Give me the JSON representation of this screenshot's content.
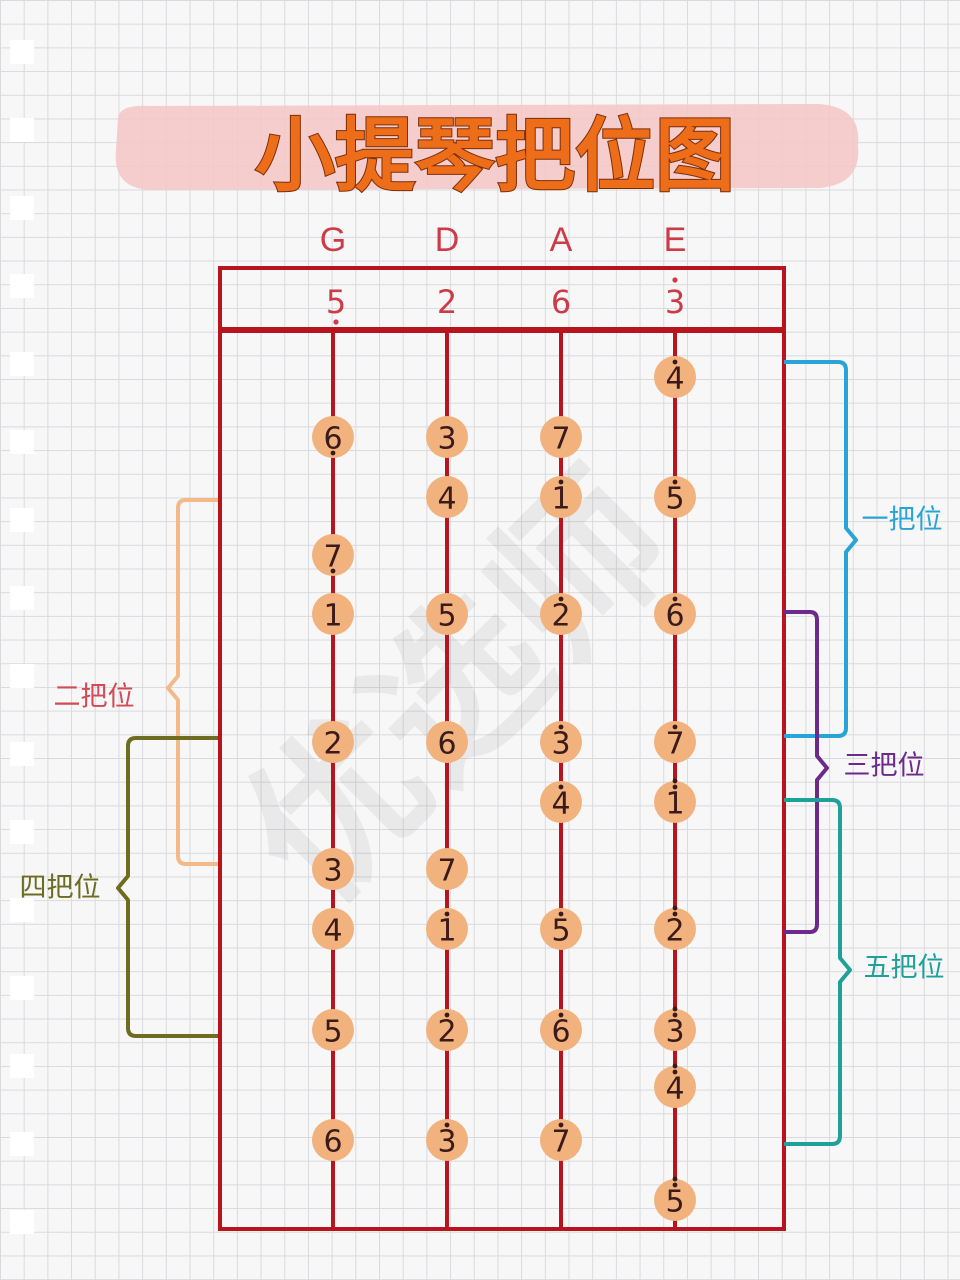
{
  "title": "小提琴把位图",
  "watermark": "优选师",
  "strings": [
    {
      "name": "G",
      "open": {
        "digit": "5",
        "dots_above": 0,
        "dots_below": 1
      }
    },
    {
      "name": "D",
      "open": {
        "digit": "2",
        "dots_above": 0,
        "dots_below": 0
      }
    },
    {
      "name": "A",
      "open": {
        "digit": "6",
        "dots_above": 0,
        "dots_below": 0
      }
    },
    {
      "name": "E",
      "open": {
        "digit": "3",
        "dots_above": 1,
        "dots_below": 0
      }
    }
  ],
  "notes": [
    {
      "string": 3,
      "row": 1,
      "digit": "4",
      "dots_above": 1,
      "dots_below": 0
    },
    {
      "string": 0,
      "row": 2,
      "digit": "6",
      "dots_above": 0,
      "dots_below": 1
    },
    {
      "string": 1,
      "row": 2,
      "digit": "3",
      "dots_above": 0,
      "dots_below": 0
    },
    {
      "string": 2,
      "row": 2,
      "digit": "7",
      "dots_above": 0,
      "dots_below": 0
    },
    {
      "string": 1,
      "row": 3,
      "digit": "4",
      "dots_above": 0,
      "dots_below": 0
    },
    {
      "string": 2,
      "row": 3,
      "digit": "1",
      "dots_above": 1,
      "dots_below": 0
    },
    {
      "string": 3,
      "row": 3,
      "digit": "5",
      "dots_above": 1,
      "dots_below": 0
    },
    {
      "string": 0,
      "row": 4,
      "digit": "7",
      "dots_above": 0,
      "dots_below": 1
    },
    {
      "string": 0,
      "row": 5,
      "digit": "1",
      "dots_above": 0,
      "dots_below": 0
    },
    {
      "string": 1,
      "row": 5,
      "digit": "5",
      "dots_above": 0,
      "dots_below": 0
    },
    {
      "string": 2,
      "row": 5,
      "digit": "2",
      "dots_above": 1,
      "dots_below": 0
    },
    {
      "string": 3,
      "row": 5,
      "digit": "6",
      "dots_above": 1,
      "dots_below": 0
    },
    {
      "string": 0,
      "row": 6,
      "digit": "2",
      "dots_above": 0,
      "dots_below": 0
    },
    {
      "string": 1,
      "row": 6,
      "digit": "6",
      "dots_above": 0,
      "dots_below": 0
    },
    {
      "string": 2,
      "row": 6,
      "digit": "3",
      "dots_above": 1,
      "dots_below": 0
    },
    {
      "string": 3,
      "row": 6,
      "digit": "7",
      "dots_above": 1,
      "dots_below": 0
    },
    {
      "string": 2,
      "row": 7,
      "digit": "4",
      "dots_above": 1,
      "dots_below": 0
    },
    {
      "string": 3,
      "row": 7,
      "digit": "1",
      "dots_above": 2,
      "dots_below": 0
    },
    {
      "string": 0,
      "row": 8,
      "digit": "3",
      "dots_above": 0,
      "dots_below": 0
    },
    {
      "string": 1,
      "row": 8,
      "digit": "7",
      "dots_above": 0,
      "dots_below": 0
    },
    {
      "string": 0,
      "row": 9,
      "digit": "4",
      "dots_above": 0,
      "dots_below": 0
    },
    {
      "string": 1,
      "row": 9,
      "digit": "1",
      "dots_above": 1,
      "dots_below": 0
    },
    {
      "string": 2,
      "row": 9,
      "digit": "5",
      "dots_above": 1,
      "dots_below": 0
    },
    {
      "string": 3,
      "row": 9,
      "digit": "2",
      "dots_above": 2,
      "dots_below": 0
    },
    {
      "string": 0,
      "row": 10,
      "digit": "5",
      "dots_above": 0,
      "dots_below": 0
    },
    {
      "string": 1,
      "row": 10,
      "digit": "2",
      "dots_above": 1,
      "dots_below": 0
    },
    {
      "string": 2,
      "row": 10,
      "digit": "6",
      "dots_above": 1,
      "dots_below": 0
    },
    {
      "string": 3,
      "row": 10,
      "digit": "3",
      "dots_above": 2,
      "dots_below": 0
    },
    {
      "string": 3,
      "row": 11,
      "digit": "4",
      "dots_above": 2,
      "dots_below": 0
    },
    {
      "string": 0,
      "row": 12,
      "digit": "6",
      "dots_above": 0,
      "dots_below": 0
    },
    {
      "string": 1,
      "row": 12,
      "digit": "3",
      "dots_above": 1,
      "dots_below": 0
    },
    {
      "string": 2,
      "row": 12,
      "digit": "7",
      "dots_above": 1,
      "dots_below": 0
    },
    {
      "string": 3,
      "row": 13,
      "digit": "5",
      "dots_above": 2,
      "dots_below": 0
    }
  ],
  "positions": [
    {
      "label": "一把位",
      "side": "right",
      "color": "#2aa3d6"
    },
    {
      "label": "二把位",
      "side": "left",
      "color": "#f3b988",
      "label_color": "#d24a55"
    },
    {
      "label": "三把位",
      "side": "right",
      "color": "#6b2a8c"
    },
    {
      "label": "四把位",
      "side": "left",
      "color": "#6e6c20"
    },
    {
      "label": "五把位",
      "side": "right",
      "color": "#20a09a"
    }
  ],
  "colors": {
    "board": "#b8141e",
    "note_fill": "#f2b27e",
    "title": "#ee6d19",
    "title_highlight": "#f6c6c6"
  }
}
